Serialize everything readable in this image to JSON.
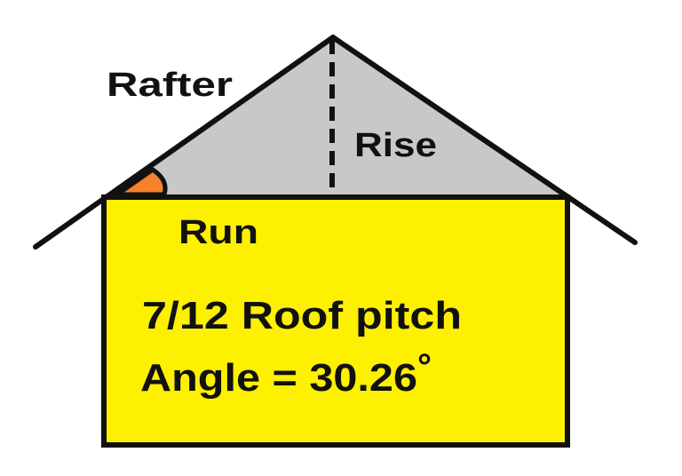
{
  "labels": {
    "rafter": "Rafter",
    "rise": "Rise",
    "run": "Run",
    "pitch": "7/12 Roof pitch",
    "angle": "Angle = 30.26",
    "degree_symbol": "°"
  },
  "colors": {
    "house_fill": "#fdf000",
    "roof_fill": "#c8c8c8",
    "angle_fill": "#f5822a",
    "stroke": "#111111"
  }
}
